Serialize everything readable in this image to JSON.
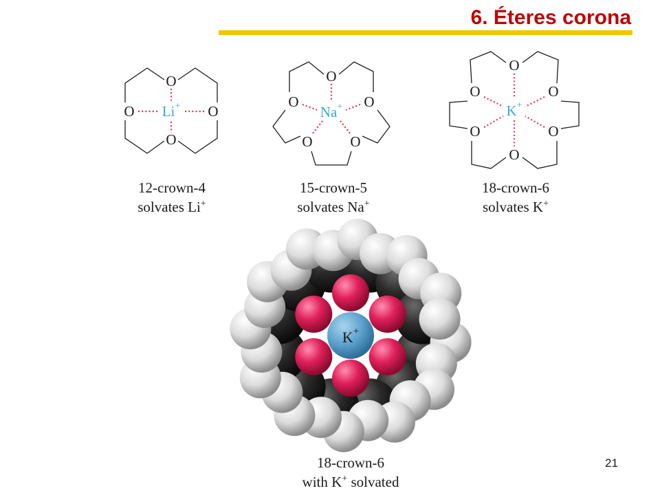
{
  "slide": {
    "title": "6. Éteres corona",
    "page_number": "21",
    "accent_color": "#f5c400",
    "title_color": "#c00000"
  },
  "structures": [
    {
      "id": "12-crown-4",
      "ion_symbol": "Li",
      "ion_charge": "+",
      "atom_label": "O",
      "caption_name": "12-crown-4",
      "caption_verb": "solvates",
      "caption_ion": "Li",
      "caption_charge": "+"
    },
    {
      "id": "15-crown-5",
      "ion_symbol": "Na",
      "ion_charge": "+",
      "atom_label": "O",
      "caption_name": "15-crown-5",
      "caption_verb": "solvates",
      "caption_ion": "Na",
      "caption_charge": "+"
    },
    {
      "id": "18-crown-6",
      "ion_symbol": "K",
      "ion_charge": "+",
      "atom_label": "O",
      "caption_name": "18-crown-6",
      "caption_verb": "solvates",
      "caption_ion": "K",
      "caption_charge": "+"
    }
  ],
  "space_filling_model": {
    "ion_symbol": "K",
    "ion_charge": "+",
    "caption_name": "18-crown-6",
    "caption_prefix": "with",
    "caption_ion": "K",
    "caption_charge": "+",
    "caption_suffix": "solvated",
    "colors": {
      "hydrogen": "#e4e4e4",
      "carbon": "#2a2a2a",
      "oxygen": "#e0205a",
      "potassium": "#5fa3cf",
      "ion_color": "#3aa7d8",
      "coordination_dots": "#e0304f"
    }
  }
}
